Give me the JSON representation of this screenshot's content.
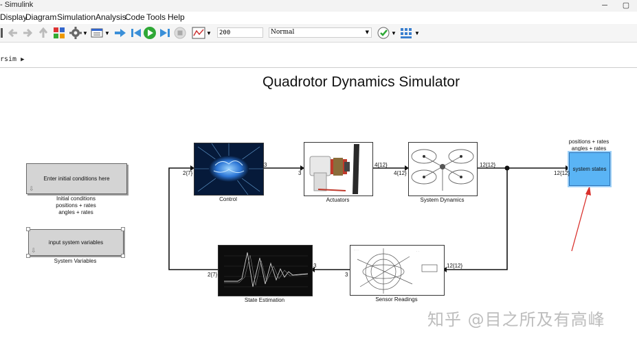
{
  "window": {
    "title": "- Simulink",
    "restore_glyph": "▢",
    "min_glyph": "─"
  },
  "menu": [
    "Display",
    "Diagram",
    "Simulation",
    "Analysis",
    "Code",
    "Tools",
    "Help"
  ],
  "toolbar": {
    "stop_time": "200",
    "sim_mode": "Normal"
  },
  "path": {
    "model": "rsim"
  },
  "diagram": {
    "title": "Quadrotor Dynamics Simulator",
    "initial_conditions": {
      "label": "Enter initial conditions here",
      "caption_lines": [
        "Initial conditions",
        "positions + rates",
        "angles + rates"
      ]
    },
    "system_variables": {
      "label": "input system variables",
      "caption": "System Variables"
    },
    "control": {
      "caption": "Control",
      "in_port": "2{7}",
      "out_port": "3"
    },
    "actuators": {
      "caption": "Actuators",
      "in_port": "3",
      "out_port": "4{12}"
    },
    "dynamics": {
      "caption": "System Dynamics",
      "in_port": "4{12}",
      "out_port": "12{12}"
    },
    "states": {
      "label": "system states",
      "in_port": "12{12}",
      "caption_lines": [
        "positions + rates",
        "angles + rates"
      ]
    },
    "sensors": {
      "caption": "Sensor Readings",
      "in_port": "12{12}",
      "out_port": "3"
    },
    "estimation": {
      "caption": "State Estimation",
      "in_port": "3",
      "out_port": "2{7}"
    }
  },
  "watermark": "知乎 @目之所及有高峰",
  "colors": {
    "states_fill": "#5ab4f5",
    "annotation_arrow": "#d9302c",
    "run_green": "#2fa836"
  }
}
